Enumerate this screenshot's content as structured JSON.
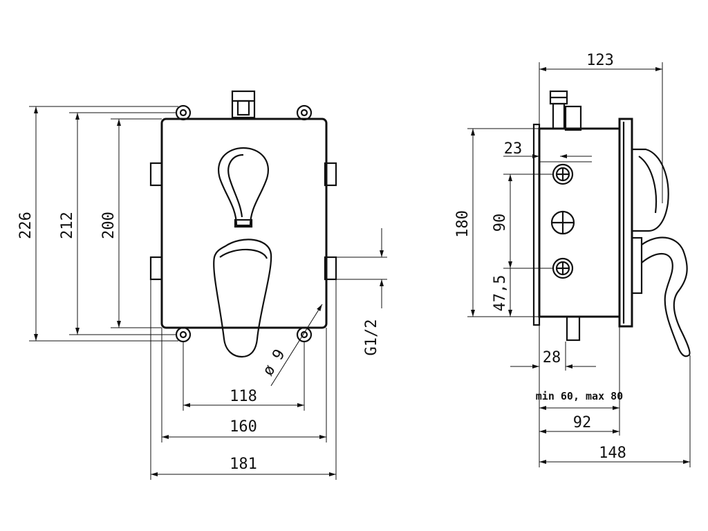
{
  "front_view": {
    "dims": {
      "h226": "226",
      "h212": "212",
      "h200": "200",
      "w118": "118",
      "w160": "160",
      "w181": "181",
      "thread": "G1/2",
      "hole": "ø 9"
    }
  },
  "side_view": {
    "dims": {
      "w123": "123",
      "d23": "23",
      "h180": "180",
      "h90": "90",
      "h47_5": "47,5",
      "d28": "28",
      "range": "min 60, max 80",
      "w92": "92",
      "w148": "148"
    }
  }
}
